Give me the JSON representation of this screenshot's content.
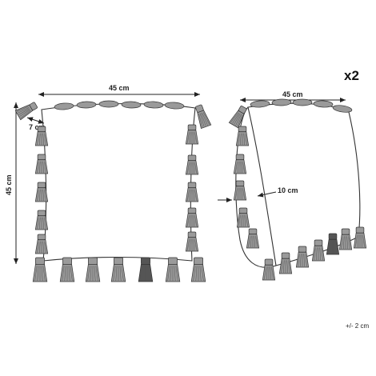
{
  "quantity": "x2",
  "tolerance": "+/- 2 cm",
  "front_view": {
    "width_label": "45 cm",
    "height_label": "45 cm",
    "tassel_length_label": "7 cm"
  },
  "side_view": {
    "width_label": "45 cm",
    "depth_label": "10 cm"
  },
  "colors": {
    "line": "#333333",
    "tassel": "#9a9a9a",
    "tassel_dark": "#555555"
  }
}
